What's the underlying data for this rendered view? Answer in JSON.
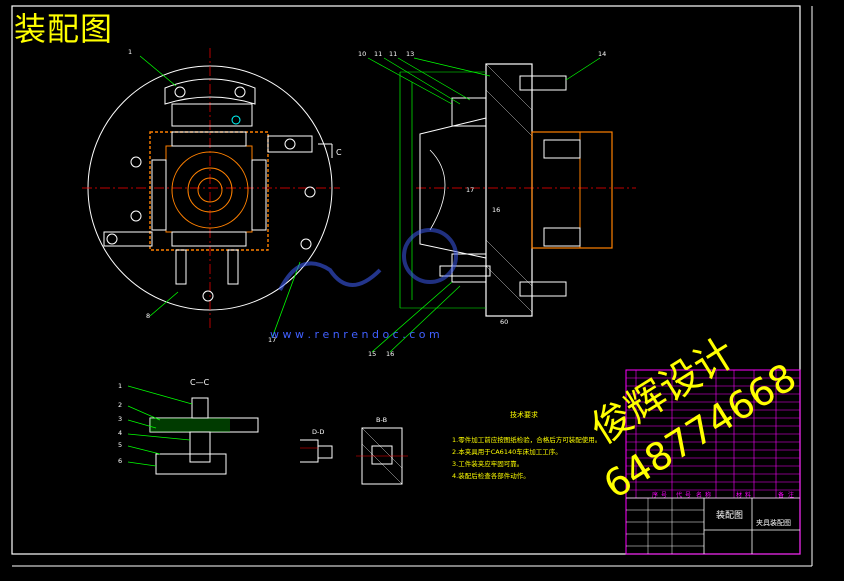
{
  "title": "装配图",
  "section_cc": "C—C",
  "section_dd": "D-D",
  "section_bb": "B-B",
  "section_c_mark": "C",
  "tech_title": "技术要求",
  "tech_notes": [
    "1.零件加工前应按图纸检验，合格后方可装配使用。",
    "2.本夹具用于CA6140车床加工工序。",
    "3.工件装夹应牢固可靠。",
    "4.装配后检查各部件动作。"
  ],
  "callouts_left": [
    "1",
    "2",
    "3",
    "4",
    "5",
    "6"
  ],
  "callouts_top": [
    "10",
    "11",
    "11",
    "13",
    "14"
  ],
  "callouts_plan": [
    "1",
    "8",
    "17"
  ],
  "callouts_bottom": [
    "15",
    "16"
  ],
  "dim_labels": [
    "16",
    "17",
    "60"
  ],
  "watermark_url": "w w w . r e n r e n d o c . c o m",
  "watermark_cn": "俊辉设计",
  "watermark_phone": "648774668",
  "title_block": {
    "drawing_name": "装配图",
    "part_name": "夹具装配图",
    "footer_labels": [
      "序",
      "号",
      "代",
      "号",
      "名",
      "称",
      "材",
      "料",
      "备",
      "注"
    ]
  },
  "colors": {
    "outline": "#ffffff",
    "yellow": "#ffff00",
    "orange": "#ff8000",
    "green": "#00ff00",
    "cyan": "#00ffff",
    "magenta": "#ff00ff",
    "red": "#ff0000",
    "blue": "#4060ff"
  }
}
